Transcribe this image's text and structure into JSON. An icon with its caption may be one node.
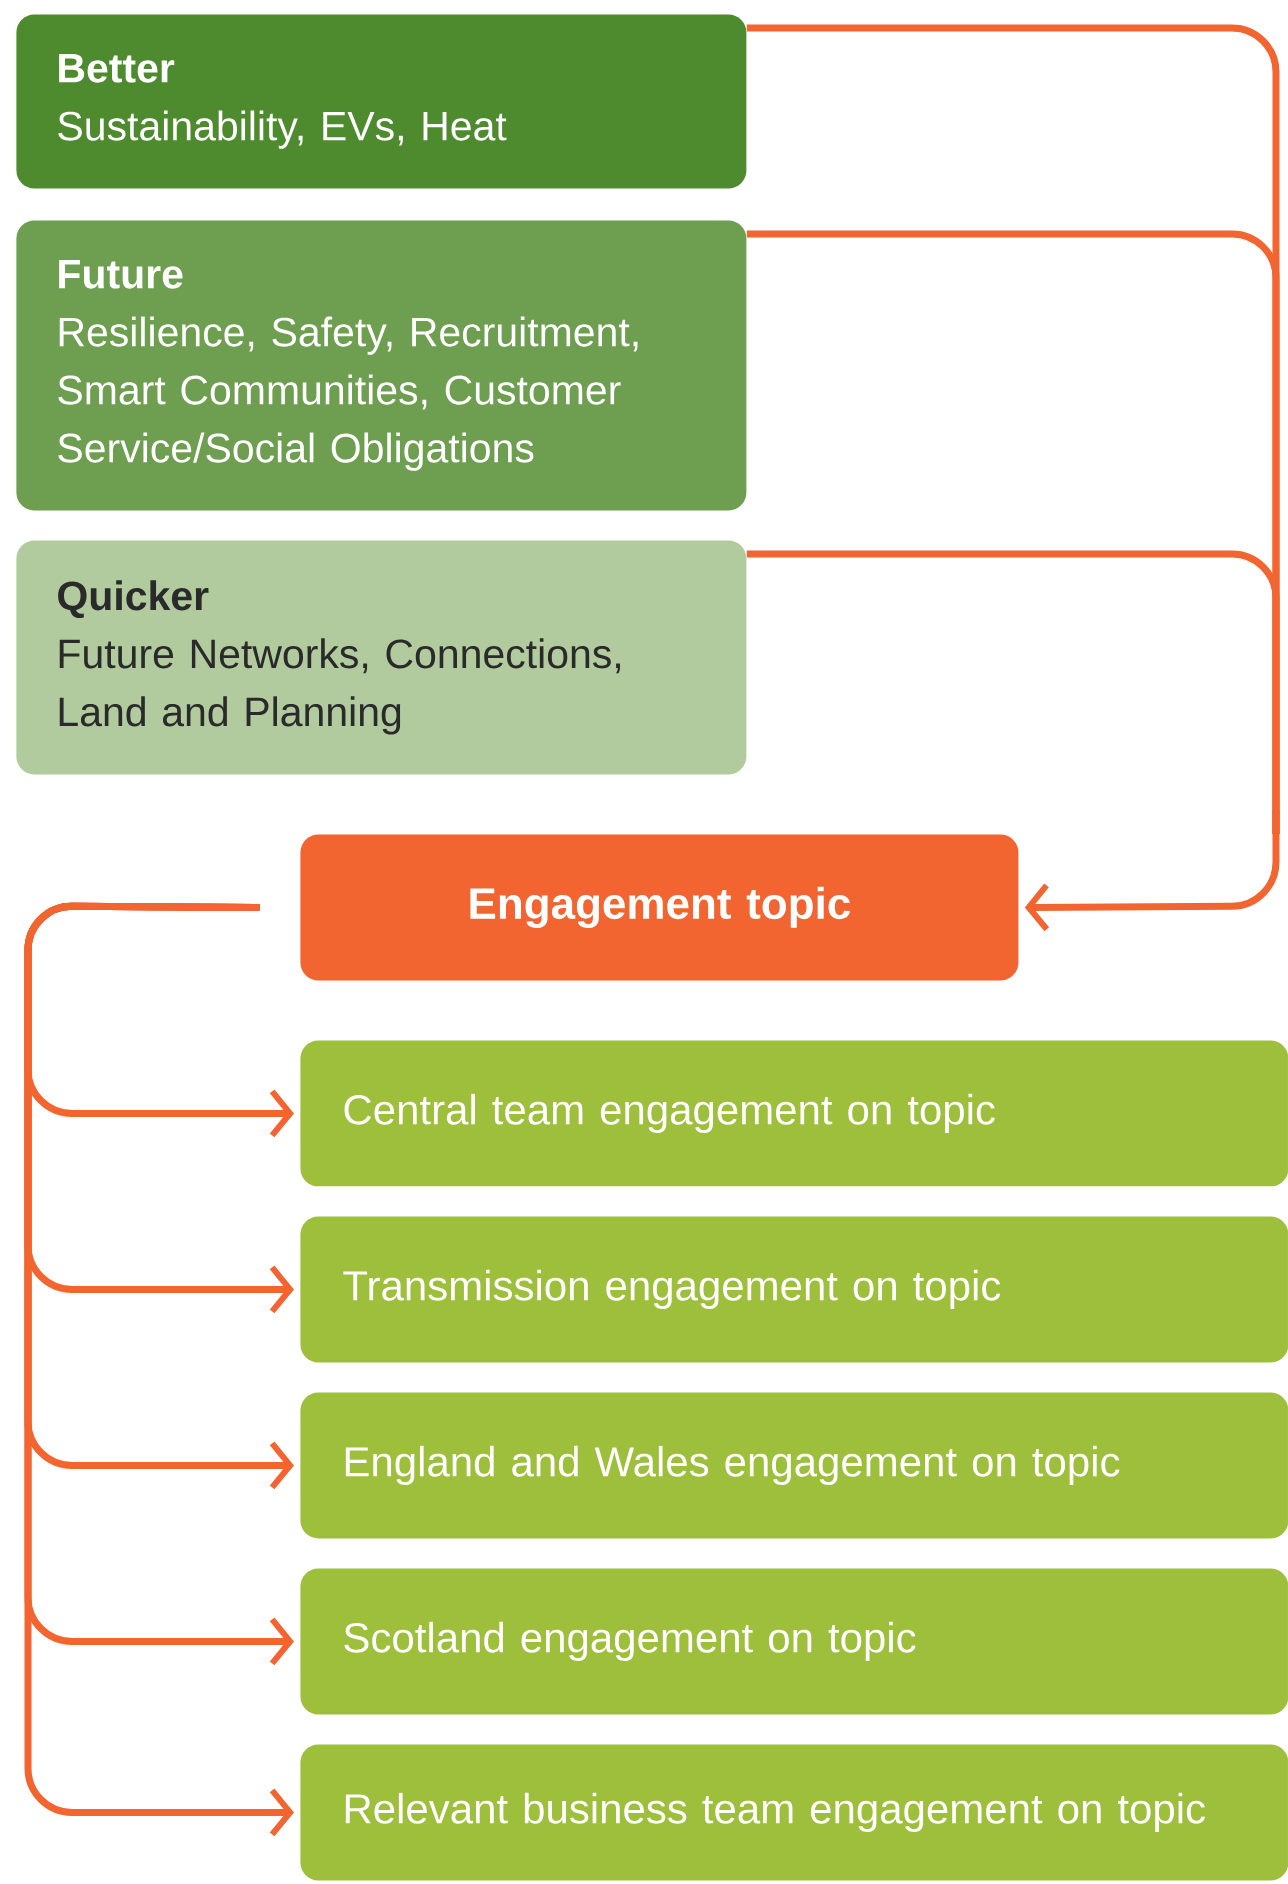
{
  "diagram": {
    "nodes": [
      {
        "text": [
          "Better",
          "Sustainability, EVs, Heat"
        ]
      },
      {
        "text": [
          "Future",
          "Resilience, Safety, Recruitment, Smart Communities, Customer Service/Social Obligations"
        ]
      },
      {
        "text": [
          "Quicker",
          "Future Networks, Connections, Land and Planning"
        ]
      },
      {
        "text": [
          "Engagement topic"
        ]
      },
      {
        "text": [
          "Central team engagement on topic"
        ]
      },
      {
        "text": [
          "Transmission engagement on topic"
        ]
      },
      {
        "text": [
          "England and Wales engagement on topic"
        ]
      },
      {
        "text": [
          "Scotland engagement on topic"
        ]
      },
      {
        "text": [
          "Relevant business team engagement on topic"
        ]
      }
    ],
    "edges": [
      {
        "from": 0,
        "to": 3,
        "arrow": "to"
      },
      {
        "from": 1,
        "to": 3,
        "arrow": "to"
      },
      {
        "from": 2,
        "to": 3,
        "arrow": "to"
      },
      {
        "from": 3,
        "to": 4,
        "arrow": "to"
      },
      {
        "from": 3,
        "to": 5,
        "arrow": "to"
      },
      {
        "from": 3,
        "to": 6,
        "arrow": "to"
      },
      {
        "from": 3,
        "to": 7,
        "arrow": "to"
      },
      {
        "from": 3,
        "to": 8,
        "arrow": "to"
      }
    ]
  }
}
